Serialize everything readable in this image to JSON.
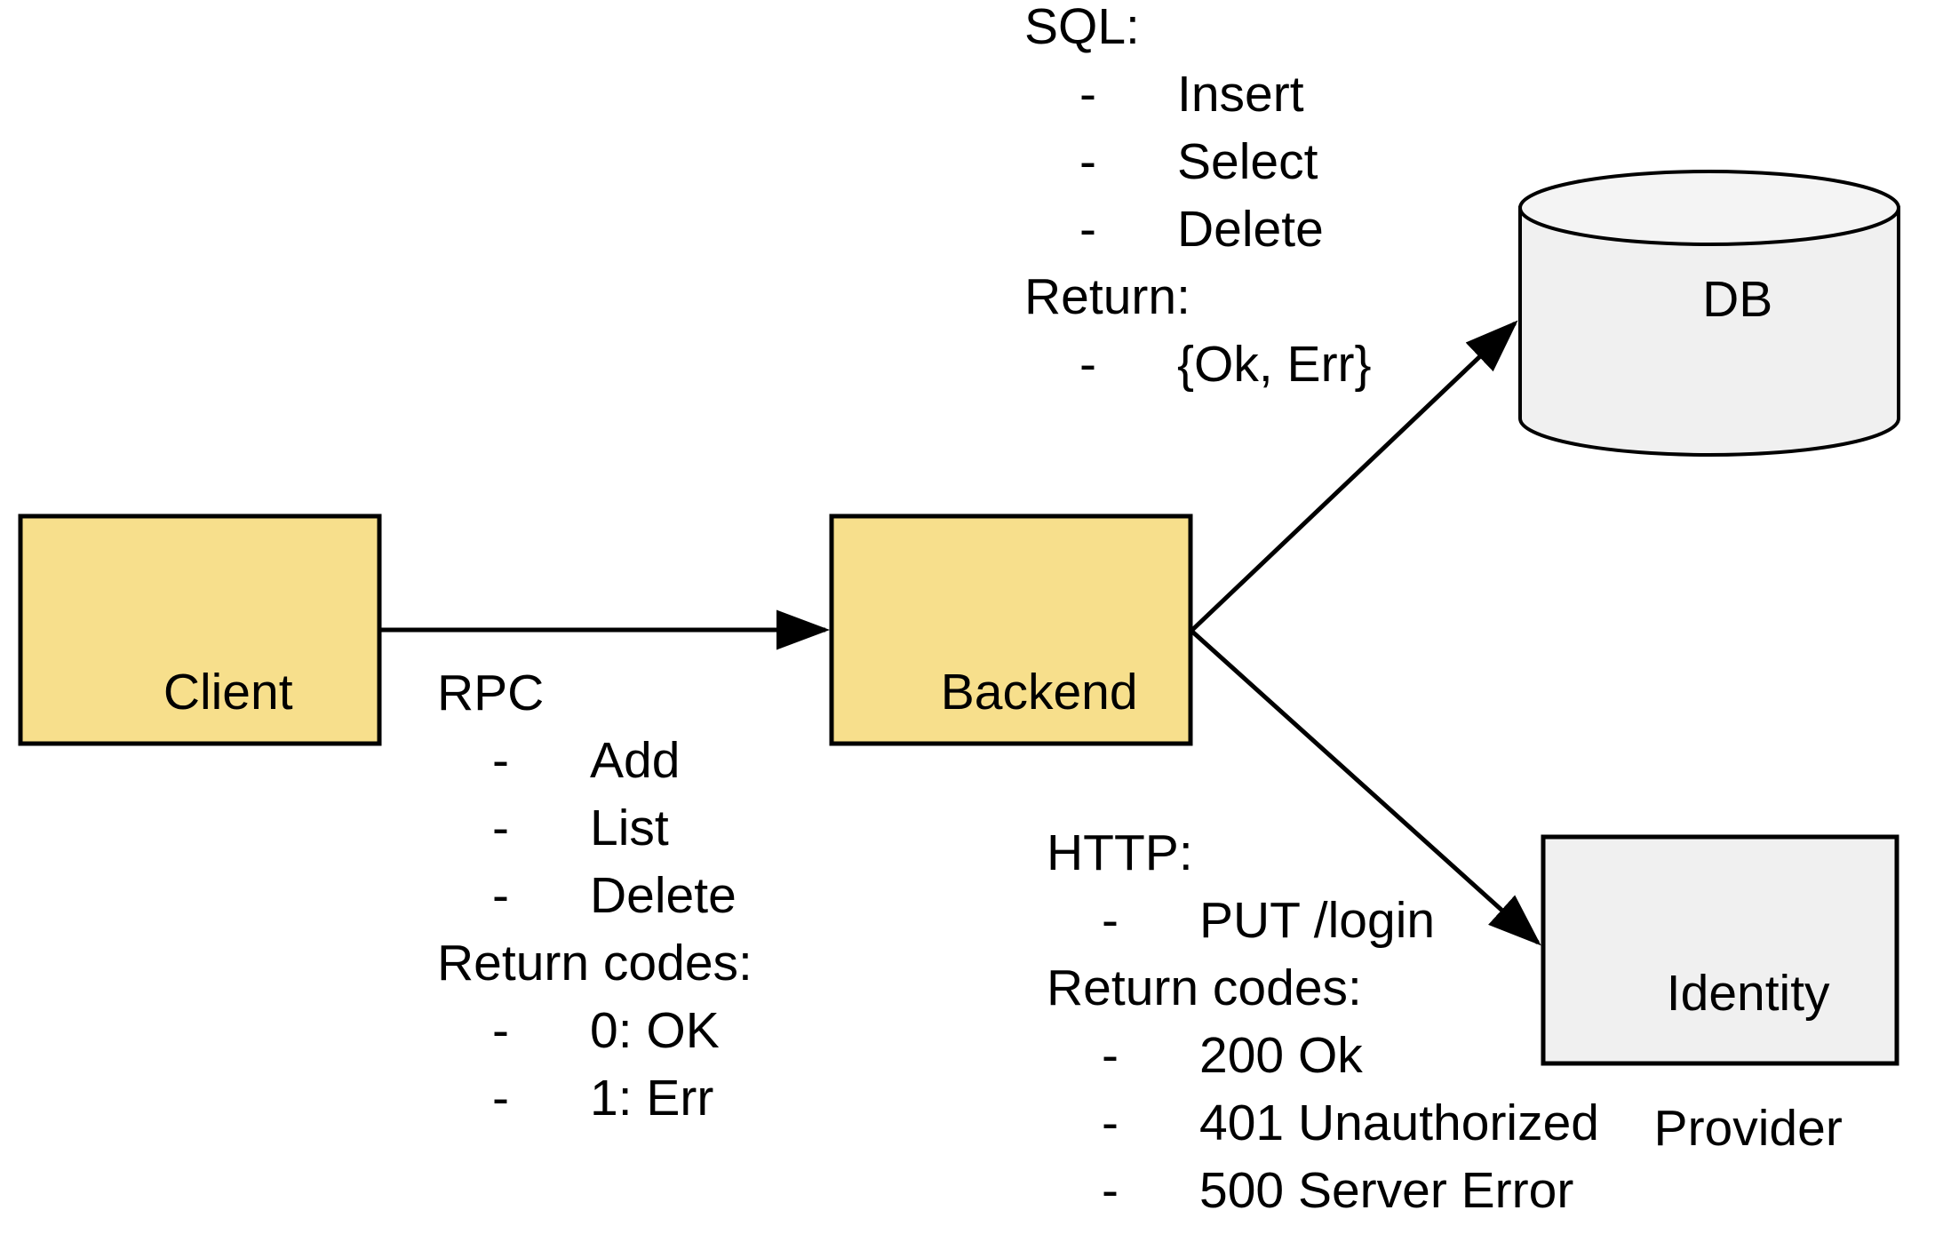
{
  "diagram": {
    "title": "Client Backend DB Identity Provider architecture",
    "colors": {
      "node_yellow": "#F7DF8C",
      "node_gray": "#F0F0F0",
      "stroke": "#000000",
      "background": "#FFFFFF"
    },
    "nodes": [
      {
        "id": "client",
        "label": "Client",
        "shape": "rectangle",
        "fill": "#F7DF8C"
      },
      {
        "id": "backend",
        "label": "Backend",
        "shape": "rectangle",
        "fill": "#F7DF8C"
      },
      {
        "id": "db",
        "label": "DB",
        "shape": "cylinder",
        "fill": "#F0F0F0"
      },
      {
        "id": "idp",
        "label_line1": "Identity",
        "label_line2": "Provider",
        "shape": "rectangle",
        "fill": "#F0F0F0"
      }
    ],
    "edges": [
      {
        "id": "client-to-backend",
        "from": "client",
        "to": "backend",
        "label_group": "rpc"
      },
      {
        "id": "backend-to-db",
        "from": "backend",
        "to": "db",
        "label_group": "sql"
      },
      {
        "id": "backend-to-idp",
        "from": "backend",
        "to": "idp",
        "label_group": "http"
      }
    ],
    "annotations": {
      "sql": {
        "heading": "SQL:",
        "items": [
          "Insert",
          "Select",
          "Delete"
        ],
        "return_heading": "Return:",
        "return_items": [
          "{Ok, Err}"
        ],
        "bullet": "-"
      },
      "rpc": {
        "heading": "RPC",
        "items": [
          "Add",
          "List",
          "Delete"
        ],
        "return_heading": "Return codes:",
        "return_items": [
          "0: OK",
          "1: Err"
        ],
        "bullet": "-"
      },
      "http": {
        "heading": "HTTP:",
        "items": [
          "PUT /login"
        ],
        "return_heading": "Return codes:",
        "return_items": [
          "200 Ok",
          "401 Unauthorized",
          "500 Server Error"
        ],
        "bullet": "-"
      }
    }
  }
}
